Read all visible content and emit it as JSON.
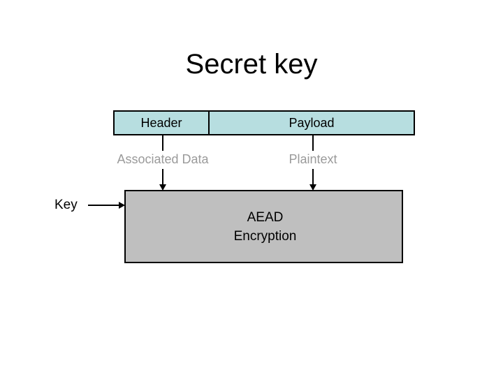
{
  "slide": {
    "title": "Secret key",
    "background": "#ffffff"
  },
  "packet_bar": {
    "fill_color": "#b7dee0",
    "border_color": "#000000",
    "cells": [
      {
        "label": "Header"
      },
      {
        "label": "Payload"
      }
    ]
  },
  "mid_labels": {
    "color": "#9a9a9a",
    "associated_data": "Associated Data",
    "plaintext": "Plaintext"
  },
  "key_input": {
    "label": "Key",
    "color": "#000000"
  },
  "aead_box": {
    "fill_color": "#bfbfbf",
    "border_color": "#000000",
    "line1": "AEAD",
    "line2": "Encryption"
  },
  "connectors": {
    "color": "#000000",
    "arrow_associated_data": "arrow-down-icon",
    "arrow_plaintext": "arrow-down-icon",
    "arrow_key": "arrow-right-icon"
  }
}
